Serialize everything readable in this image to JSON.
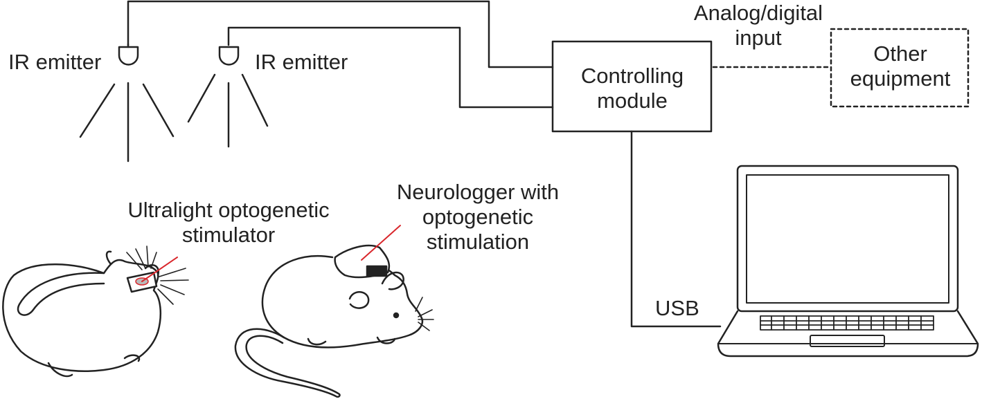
{
  "emitters": {
    "left_label": "IR emitter",
    "right_label": "IR emitter"
  },
  "controller": {
    "line1": "Controlling",
    "line2": "module"
  },
  "analog_input": {
    "line1": "Analog/digital",
    "line2": "input"
  },
  "other_equipment": {
    "line1": "Other",
    "line2": "equipment"
  },
  "ultralight": {
    "line1": "Ultralight optogenetic",
    "line2": "stimulator"
  },
  "neurologger": {
    "line1": "Neurologger with",
    "line2": "optogenetic",
    "line3": "stimulation"
  },
  "usb_label": "USB",
  "colors": {
    "line": "#222222",
    "pointer": "#d9262b",
    "implant": "#b9b9b9"
  }
}
